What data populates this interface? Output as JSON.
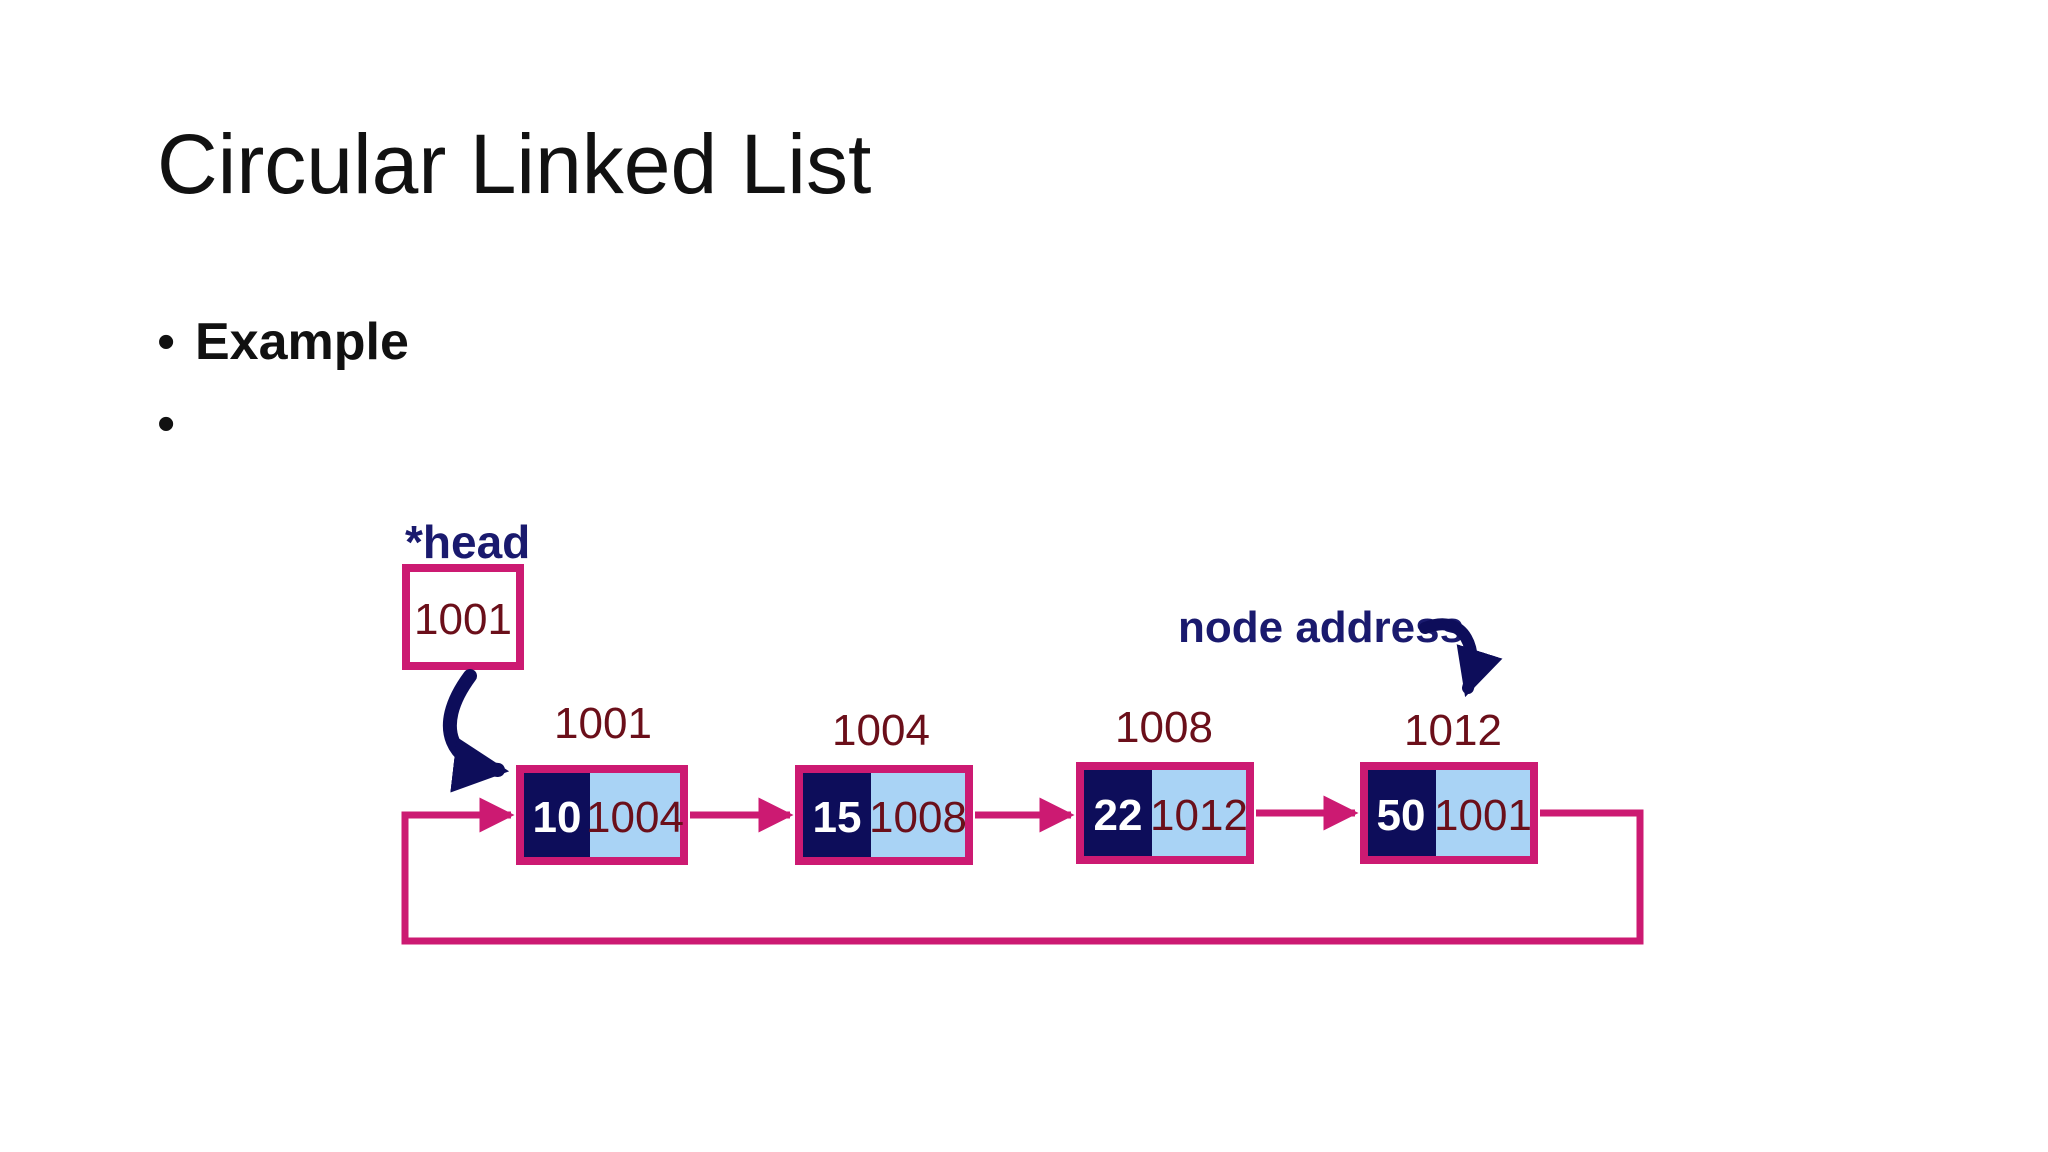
{
  "slide": {
    "title": "Circular Linked List",
    "bullets": [
      "Example",
      ""
    ]
  },
  "diagram": {
    "head_label": "*head",
    "head_value": "1001",
    "annotation": "node address",
    "nodes": [
      {
        "address": "1001",
        "data": "10",
        "next": "1004"
      },
      {
        "address": "1004",
        "data": "15",
        "next": "1008"
      },
      {
        "address": "1008",
        "data": "22",
        "next": "1012"
      },
      {
        "address": "1012",
        "data": "50",
        "next": "1001"
      }
    ],
    "colors": {
      "border": "#cc1a72",
      "data_fill": "#0d0d5a",
      "pointer_fill": "#a9d3f5",
      "arrow": "#cc1a72",
      "curved_arrow": "#0d0d5a",
      "address_text": "#6b0f1a",
      "label_text": "#1a1a6e"
    }
  }
}
